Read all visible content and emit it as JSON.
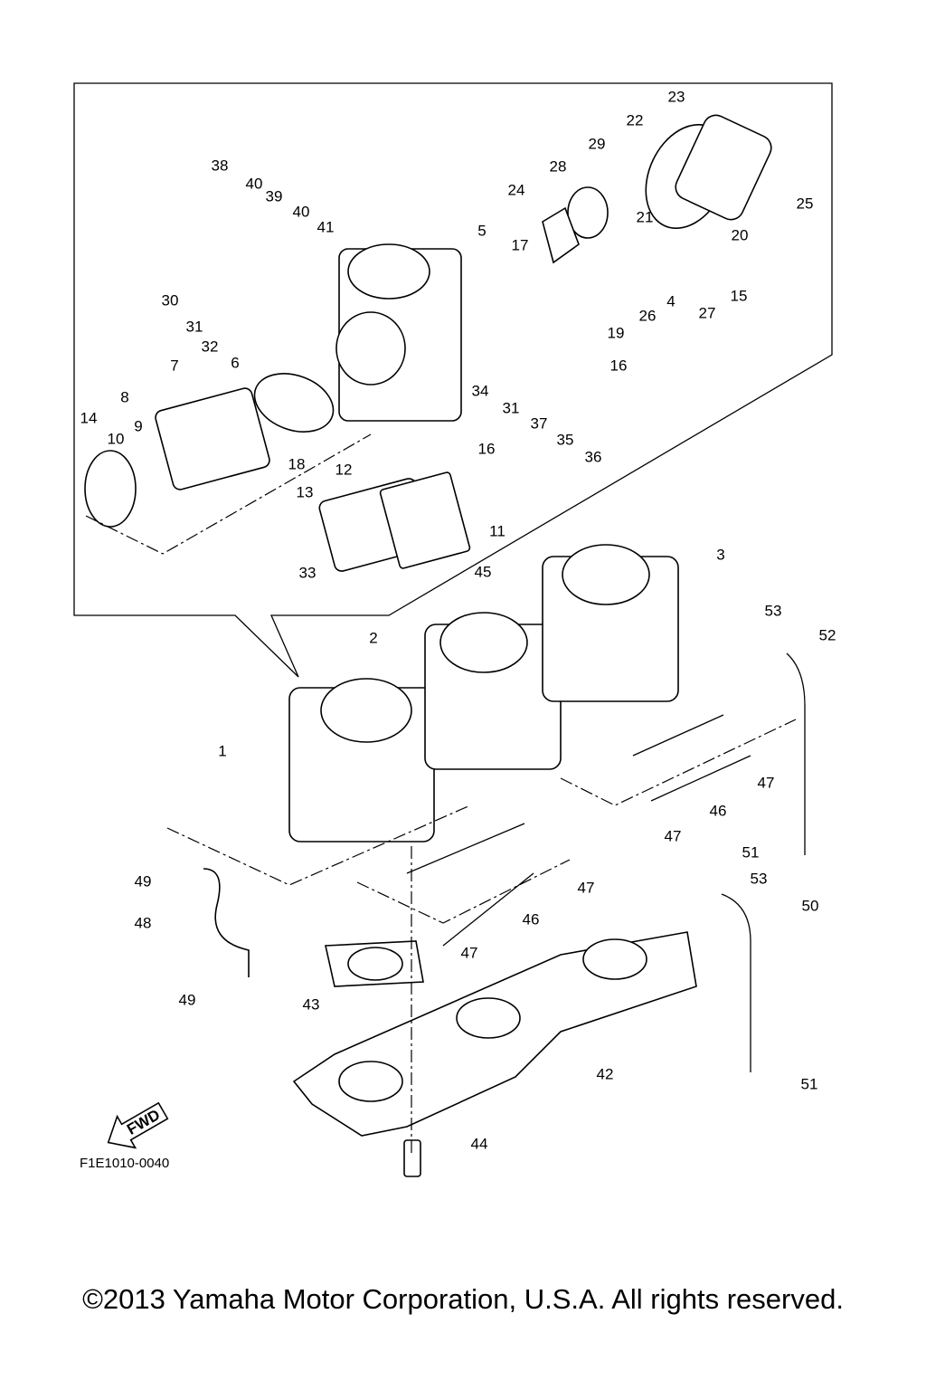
{
  "diagram": {
    "callouts": [
      "23",
      "22",
      "29",
      "28",
      "38",
      "24",
      "25",
      "40",
      "39",
      "40",
      "41",
      "5",
      "17",
      "21",
      "20",
      "30",
      "15",
      "4",
      "27",
      "26",
      "19",
      "31",
      "32",
      "16",
      "7",
      "6",
      "34",
      "31",
      "37",
      "35",
      "36",
      "8",
      "9",
      "14",
      "10",
      "18",
      "16",
      "12",
      "13",
      "11",
      "33",
      "45",
      "3",
      "53",
      "52",
      "2",
      "1",
      "47",
      "46",
      "47",
      "51",
      "53",
      "49",
      "47",
      "46",
      "50",
      "48",
      "47",
      "49",
      "43",
      "42",
      "51",
      "44"
    ],
    "fwd_label": "FWD",
    "figure_code": "F1E1010-0040",
    "copyright": "©2013 Yamaha Motor Corporation, U.S.A. All rights reserved."
  }
}
